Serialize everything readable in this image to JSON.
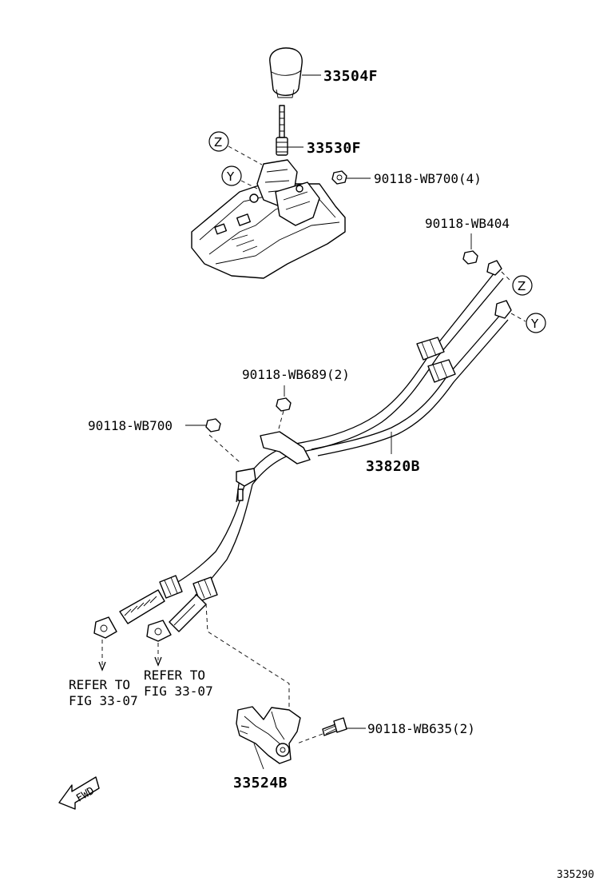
{
  "parts": {
    "knob": "33504F",
    "lever": "33530F",
    "nut_upper": "90118-WB700(4)",
    "nut_cable_end": "90118-WB404",
    "nut_mid": "90118-WB689(2)",
    "nut_left": "90118-WB700",
    "cable": "33820B",
    "bolt": "90118-WB635(2)",
    "bracket": "33524B"
  },
  "markers": {
    "z": "Z",
    "y": "Y"
  },
  "refs": {
    "left_line1": "REFER TO",
    "left_line2": "FIG 33-07",
    "right_line1": "REFER TO",
    "right_line2": "FIG 33-07"
  },
  "fwd": "FWD",
  "figure_id": "335290"
}
